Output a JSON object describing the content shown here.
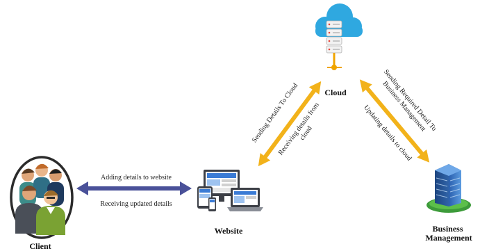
{
  "nodes": {
    "cloud": "Cloud",
    "client": "Client",
    "website": "Website",
    "business": [
      "Business",
      "Management"
    ]
  },
  "edges": {
    "client_website": {
      "top": "Adding details to website",
      "bottom": "Receiving updated details"
    },
    "website_cloud": {
      "outer": "Sending Details To Cloud",
      "inner": [
        "Receiving details from",
        "cloud"
      ]
    },
    "cloud_business": {
      "outer": [
        "Sending Required Detail To",
        "Business Management"
      ],
      "inner": "Updating details to cloud"
    }
  },
  "colors": {
    "arrow_cw": "#4a5199",
    "arrow_cloud": "#f2b21a",
    "cloud_fill": "#2fa8e0",
    "building": "#3a7bc8",
    "grass": "#3d9b3a"
  },
  "icons": {
    "cloud": "cloud-server-icon",
    "client": "people-group-icon",
    "website": "devices-icon",
    "business": "office-building-icon"
  }
}
